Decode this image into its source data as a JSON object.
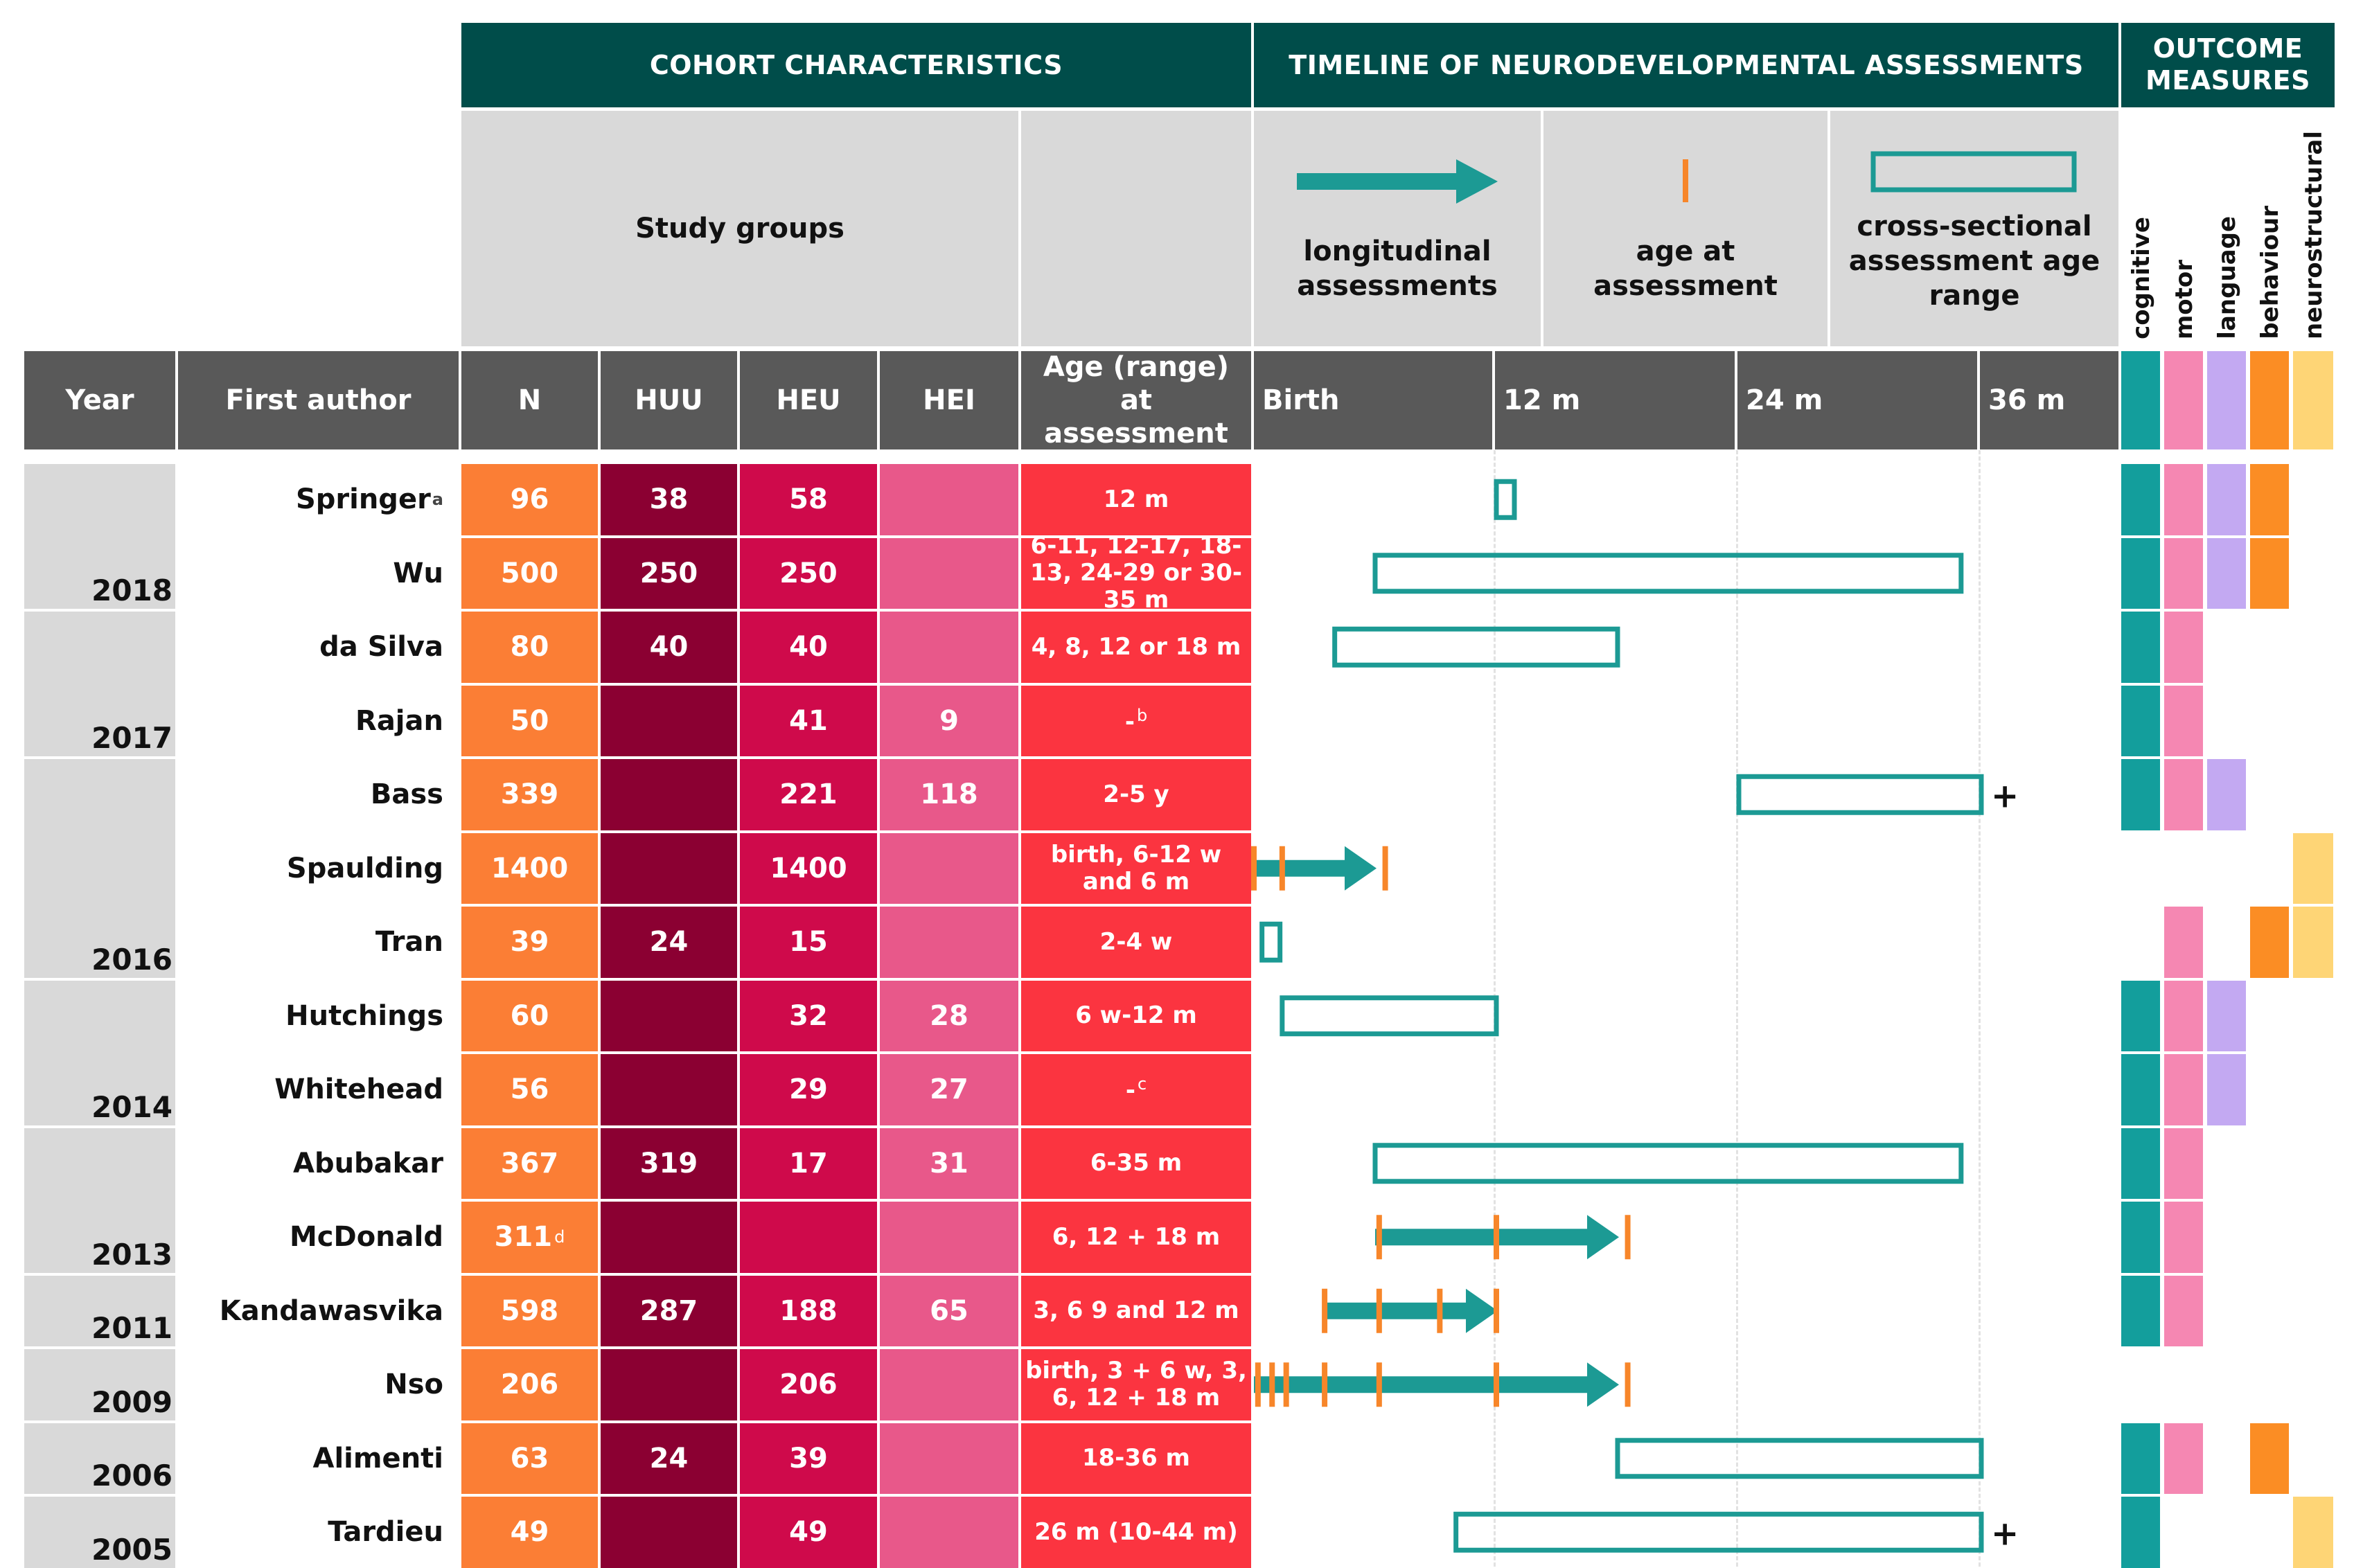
{
  "header": {
    "cohort": "COHORT CHARACTERISTICS",
    "timeline": "TIMELINE OF NEURODEVELOPMENTAL ASSESSMENTS",
    "outcome": "OUTCOME MEASURES",
    "study_groups": "Study groups",
    "legend_longitudinal": "longitudinal assessments",
    "legend_age": "age at assessment",
    "legend_cross": "cross-sectional assessment age range"
  },
  "columns": {
    "year": "Year",
    "author": "First author",
    "n": "N",
    "huu": "HUU",
    "heu": "HEU",
    "hei": "HEI",
    "age": "Age (range) at assessment",
    "birth": "Birth",
    "m12": "12 m",
    "m24": "24 m",
    "m36": "36 m"
  },
  "outcome_labels": [
    "cognitive",
    "motor",
    "language",
    "behaviour",
    "neurostructural"
  ],
  "colors": {
    "section_header": "#004d4a",
    "subheader": "#d9d9d9",
    "column_header": "#595959",
    "n": "#fb7e35",
    "huu": "#8b0032",
    "heu": "#cf0a4b",
    "hei": "#e8588a",
    "age": "#fb3440",
    "timeline": "#1c9a94",
    "tick": "#f7862a",
    "cognitive": "#139e9c",
    "motor": "#f587b2",
    "language": "#c3a9f2",
    "behaviour": "#fb8d24",
    "neurostructural": "#fed576"
  },
  "year_groups": [
    {
      "label": "2018",
      "start": 0,
      "end": 1
    },
    {
      "label": "2017",
      "start": 2,
      "end": 3
    },
    {
      "label": "2016",
      "start": 4,
      "end": 6
    },
    {
      "label": "2014",
      "start": 7,
      "end": 8
    },
    {
      "label": "2013",
      "start": 9,
      "end": 10
    },
    {
      "label": "2011",
      "start": 11,
      "end": 11
    },
    {
      "label": "2009",
      "start": 12,
      "end": 12
    },
    {
      "label": "2006",
      "start": 13,
      "end": 13
    },
    {
      "label": "2005",
      "start": 14,
      "end": 14
    }
  ],
  "studies": [
    {
      "author": "Springer",
      "author_sup": "a",
      "n": "96",
      "n_sup": "",
      "huu": "38",
      "heu": "58",
      "hei": "",
      "age": "12 m",
      "age_sup": "",
      "timeline": {
        "type": "cross",
        "from": 12,
        "to": 12.5,
        "plus": false
      },
      "outcomes": [
        true,
        true,
        true,
        true,
        false
      ]
    },
    {
      "author": "Wu",
      "author_sup": "",
      "n": "500",
      "n_sup": "",
      "huu": "250",
      "heu": "250",
      "hei": "",
      "age": "6-11, 12-17, 18-13, 24-29 or 30-35 m",
      "age_sup": "",
      "timeline": {
        "type": "cross",
        "from": 6,
        "to": 35,
        "plus": false
      },
      "outcomes": [
        true,
        true,
        true,
        true,
        false
      ]
    },
    {
      "author": "da Silva",
      "author_sup": "",
      "n": "80",
      "n_sup": "",
      "huu": "40",
      "heu": "40",
      "hei": "",
      "age": "4, 8, 12 or 18 m",
      "age_sup": "",
      "timeline": {
        "type": "cross",
        "from": 4,
        "to": 18,
        "plus": false
      },
      "outcomes": [
        true,
        true,
        false,
        false,
        false
      ]
    },
    {
      "author": "Rajan",
      "author_sup": "",
      "n": "50",
      "n_sup": "",
      "huu": "",
      "heu": "41",
      "hei": "9",
      "age": "-",
      "age_sup": "b",
      "timeline": {
        "type": "none"
      },
      "outcomes": [
        true,
        true,
        false,
        false,
        false
      ]
    },
    {
      "author": "Bass",
      "author_sup": "",
      "n": "339",
      "n_sup": "",
      "huu": "",
      "heu": "221",
      "hei": "118",
      "age": "2-5 y",
      "age_sup": "",
      "timeline": {
        "type": "cross",
        "from": 24,
        "to": 36,
        "plus": true
      },
      "outcomes": [
        true,
        true,
        true,
        false,
        false
      ]
    },
    {
      "author": "Spaulding",
      "author_sup": "",
      "n": "1400",
      "n_sup": "",
      "huu": "",
      "heu": "1400",
      "hei": "",
      "age": "birth, 6-12 w and 6 m",
      "age_sup": "",
      "timeline": {
        "type": "long",
        "from": 0,
        "to": 6,
        "ticks": [
          0,
          1.4,
          6.5
        ]
      },
      "outcomes": [
        false,
        false,
        false,
        false,
        true
      ]
    },
    {
      "author": "Tran",
      "author_sup": "",
      "n": "39",
      "n_sup": "",
      "huu": "24",
      "heu": "15",
      "hei": "",
      "age": "2-4 w",
      "age_sup": "",
      "timeline": {
        "type": "cross",
        "from": 0.4,
        "to": 1,
        "plus": false
      },
      "outcomes": [
        false,
        true,
        false,
        true,
        true
      ]
    },
    {
      "author": "Hutchings",
      "author_sup": "",
      "n": "60",
      "n_sup": "",
      "huu": "",
      "heu": "32",
      "hei": "28",
      "age": "6 w-12 m",
      "age_sup": "",
      "timeline": {
        "type": "cross",
        "from": 1.4,
        "to": 12,
        "plus": false
      },
      "outcomes": [
        true,
        true,
        true,
        false,
        false
      ]
    },
    {
      "author": "Whitehead",
      "author_sup": "",
      "n": "56",
      "n_sup": "",
      "huu": "",
      "heu": "29",
      "hei": "27",
      "age": "-",
      "age_sup": "c",
      "timeline": {
        "type": "none"
      },
      "outcomes": [
        true,
        true,
        true,
        false,
        false
      ]
    },
    {
      "author": "Abubakar",
      "author_sup": "",
      "n": "367",
      "n_sup": "",
      "huu": "319",
      "heu": "17",
      "hei": "31",
      "age": "6-35 m",
      "age_sup": "",
      "timeline": {
        "type": "cross",
        "from": 6,
        "to": 35,
        "plus": false
      },
      "outcomes": [
        true,
        true,
        false,
        false,
        false
      ]
    },
    {
      "author": "McDonald",
      "author_sup": "",
      "n": "311",
      "n_sup": "d",
      "huu": "",
      "heu": "",
      "hei": "",
      "age": "6, 12 + 18 m",
      "age_sup": "",
      "timeline": {
        "type": "long",
        "from": 6,
        "to": 18,
        "ticks": [
          6.2,
          12,
          18.5
        ]
      },
      "outcomes": [
        true,
        true,
        false,
        false,
        false
      ]
    },
    {
      "author": "Kandawasvika",
      "author_sup": "",
      "n": "598",
      "n_sup": "",
      "huu": "287",
      "heu": "188",
      "hei": "65",
      "age": "3, 6 9 and 12 m",
      "age_sup": "",
      "timeline": {
        "type": "long",
        "from": 3.5,
        "to": 12,
        "ticks": [
          3.5,
          6.2,
          9.2,
          12
        ]
      },
      "outcomes": [
        true,
        true,
        false,
        false,
        false
      ]
    },
    {
      "author": "Nso",
      "author_sup": "",
      "n": "206",
      "n_sup": "",
      "huu": "",
      "heu": "206",
      "hei": "",
      "age": "birth, 3 + 6 w, 3, 6, 12 + 18 m",
      "age_sup": "",
      "timeline": {
        "type": "long",
        "from": 0,
        "to": 18,
        "ticks": [
          0.2,
          0.9,
          1.6,
          3.5,
          6.2,
          12,
          18.5
        ]
      },
      "outcomes": [
        false,
        false,
        false,
        false,
        false
      ]
    },
    {
      "author": "Alimenti",
      "author_sup": "",
      "n": "63",
      "n_sup": "",
      "huu": "24",
      "heu": "39",
      "hei": "",
      "age": "18-36 m",
      "age_sup": "",
      "timeline": {
        "type": "cross",
        "from": 18,
        "to": 36,
        "plus": false
      },
      "outcomes": [
        true,
        true,
        false,
        true,
        false
      ]
    },
    {
      "author": "Tardieu",
      "author_sup": "",
      "n": "49",
      "n_sup": "",
      "huu": "",
      "heu": "49",
      "hei": "",
      "age": "26 m (10-44 m)",
      "age_sup": "",
      "timeline": {
        "type": "cross",
        "from": 10,
        "to": 36,
        "plus": true
      },
      "outcomes": [
        true,
        false,
        false,
        false,
        true
      ]
    }
  ]
}
